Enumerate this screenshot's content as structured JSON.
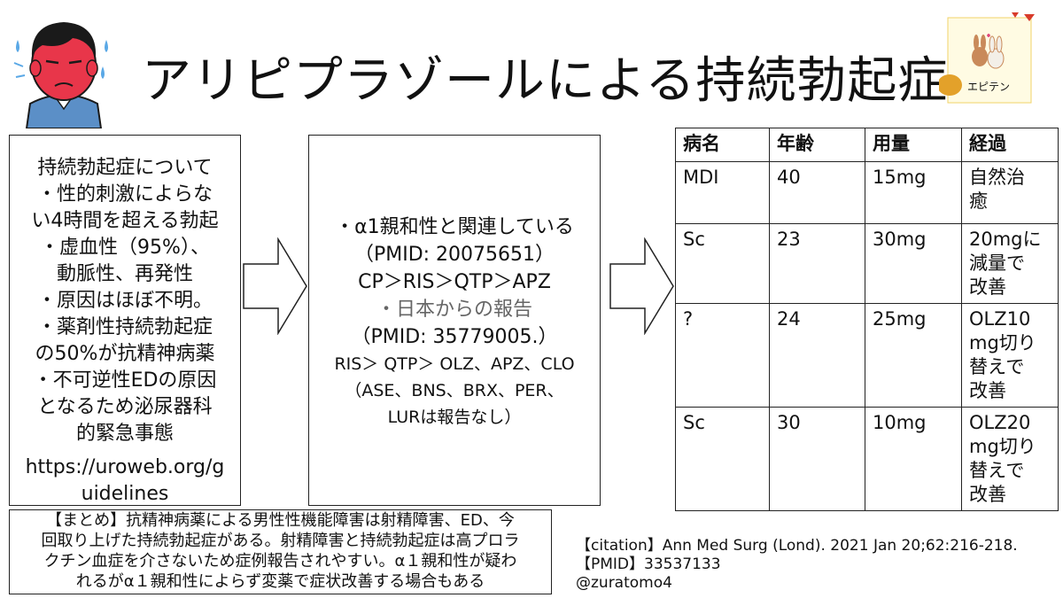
{
  "title": "アリピプラゾールによる持続勃起症",
  "logo_text": "エピテン",
  "left_box": {
    "lines": [
      "持続勃起症について",
      "・性的刺激によらな",
      "い4時間を超える勃起",
      "・虚血性（95%）、",
      "動脈性、再発性",
      "・原因はほぼ不明。",
      "・薬剤性持続勃起症",
      "の50%が抗精神病薬",
      "・不可逆性EDの原因",
      "となるため泌尿器科",
      "的緊急事態"
    ],
    "url_lines": [
      "https://uroweb.org/g",
      "uidelines"
    ]
  },
  "mid_box": {
    "line1": "・α1親和性と関連している",
    "line2": "（PMID: 20075651）",
    "line3": "CP＞RIS＞QTP＞APZ",
    "line4": "・日本からの報告",
    "line5": "（PMID: 35779005.）",
    "line6": "RIS＞ QTP＞ OLZ、APZ、CLO",
    "line7": "（ASE、BNS、BRX、PER、",
    "line8": "LURは報告なし）"
  },
  "table": {
    "headers": [
      "病名",
      "年齢",
      "用量",
      "経過"
    ],
    "rows": [
      {
        "dx": "MDI",
        "age": "40",
        "dose": "15mg",
        "course": [
          "自然治",
          "癒"
        ]
      },
      {
        "dx": "Sc",
        "age": "23",
        "dose": "30mg",
        "course": [
          "20mgに",
          "減量で",
          "改善"
        ]
      },
      {
        "dx": "?",
        "age": "24",
        "dose": "25mg",
        "course": [
          "OLZ10",
          "mg切り",
          "替えで",
          "改善"
        ]
      },
      {
        "dx": "Sc",
        "age": "30",
        "dose": "10mg",
        "course": [
          "OLZ20",
          "mg切り",
          "替えで",
          "改善"
        ]
      }
    ]
  },
  "summary": [
    "【まとめ】抗精神病薬による男性性機能障害は射精障害、ED、今",
    "回取り上げた持続勃起症がある。射精障害と持続勃起症は高プロラ",
    "クチン血症を介さないため症例報告されやすい。α１親和性が疑わ",
    "れるがα１親和性によらず変薬で症状改善する場合もある"
  ],
  "citation": {
    "line1": "【citation】Ann Med Surg (Lond). 2021 Jan 20;62:216-218.",
    "line2": "【PMID】33537133",
    "line3": "@zuratomo4"
  },
  "colors": {
    "border": "#222222",
    "gray_text": "#666666",
    "face": "#e8364a",
    "shirt": "#5b8fc7",
    "hair": "#1a1a1a",
    "sweat": "#5aa8e6"
  }
}
